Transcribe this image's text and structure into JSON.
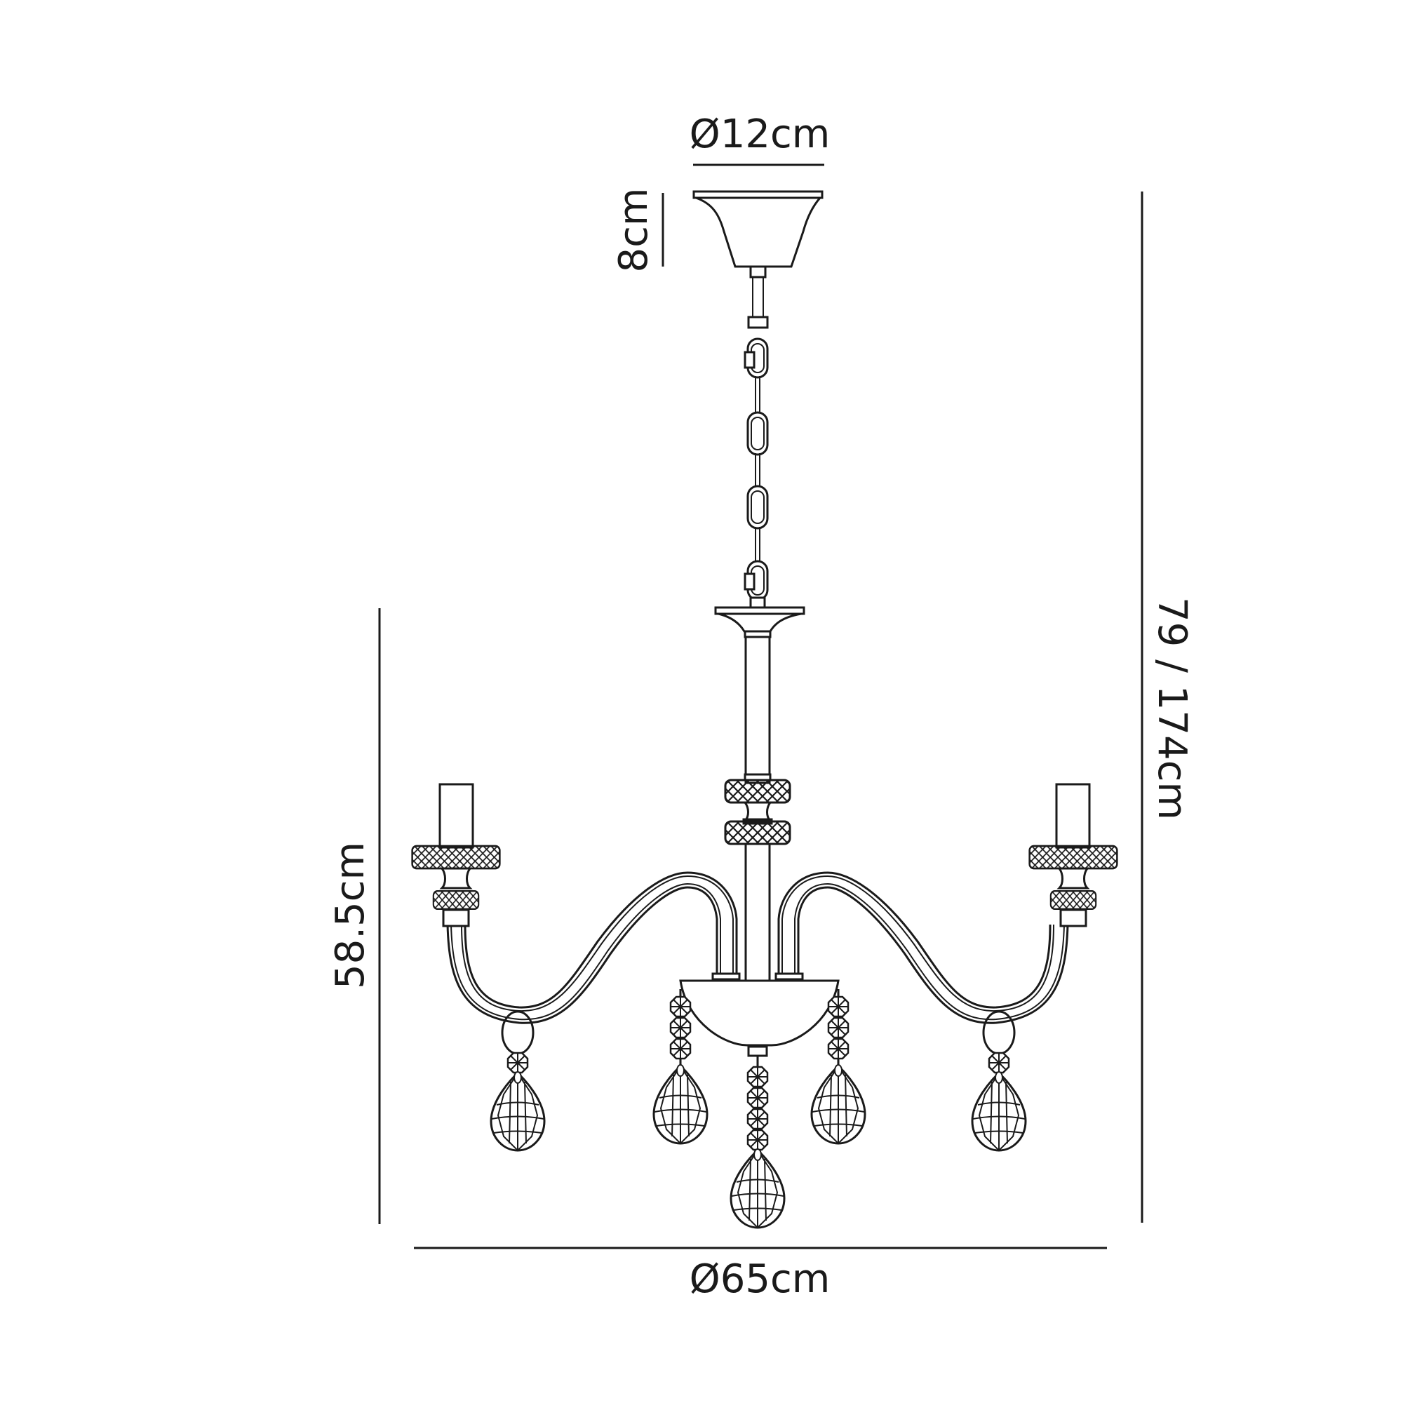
{
  "drawing": {
    "subject": "3-arm chandelier with crystal drops",
    "line_color": "#1a1a1a",
    "background": "#ffffff"
  },
  "dimensions": {
    "canopy_diameter": "Ø12cm",
    "canopy_height": "8cm",
    "overall_height": "79 / 174cm",
    "body_height": "58.5cm",
    "overall_diameter": "Ø65cm"
  }
}
